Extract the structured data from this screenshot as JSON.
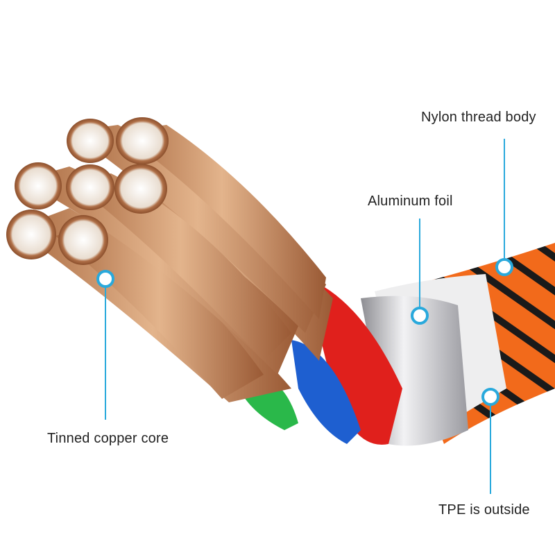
{
  "labels": {
    "nylon": "Nylon thread body",
    "foil": "Aluminum foil",
    "copper": "Tinned copper core",
    "tpe": "TPE is outside"
  },
  "colors": {
    "callout": "#29a9dc",
    "copper": "#c98a5c",
    "red_wire": "#e0201c",
    "blue_wire": "#1e5fd0",
    "green_wire": "#2ab84a",
    "foil": "#c8c8cc",
    "jacket_orange": "#f26a1b",
    "jacket_black": "#1a1a1a"
  }
}
